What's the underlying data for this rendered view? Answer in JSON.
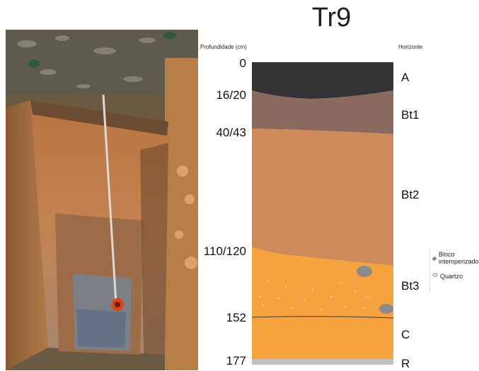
{
  "title": "Tr9",
  "headers": {
    "depth": "Profundidade (cm)",
    "horizon": "Horizonte"
  },
  "depths": [
    "0",
    "16/20",
    "40/43",
    "110/120",
    "152",
    "177"
  ],
  "horizons": [
    "A",
    "Bt1",
    "Bt2",
    "Bt3",
    "C",
    "R"
  ],
  "legend": {
    "bloco": "Bloco intemperizado",
    "quartzo": "Quartzo"
  },
  "colors": {
    "A": "#333335",
    "Bt1": "#8a6a5e",
    "Bt2": "#cf8a5a",
    "Bt3": "#f5a23f",
    "R": "#c0c0c0",
    "bloco": "#8a8a8a"
  },
  "photo": {
    "description_icon": "soil-pit-photo"
  }
}
